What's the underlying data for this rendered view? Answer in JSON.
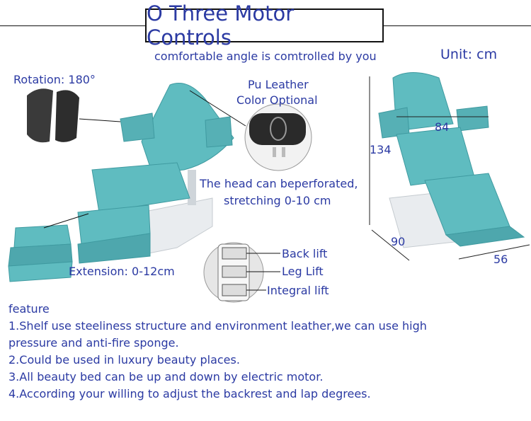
{
  "header": {
    "title": "O Three Motor Controls",
    "subtitle": "comfortable angle is comtrolled by you",
    "unit": "Unit: cm"
  },
  "callouts": {
    "rotation": "Rotation: 180°",
    "leather_line1": "Pu Leather",
    "leather_line2": "Color Optional",
    "head_line1": "The head can beperforated,",
    "head_line2": "stretching 0-10 cm",
    "extension": "Extension: 0-12cm"
  },
  "remote": {
    "back_lift": "Back lift",
    "leg_lift": "Leg Lift",
    "integral_lift": "Integral lift"
  },
  "dimensions": {
    "height": "134",
    "width": "84",
    "depth": "90",
    "base": "56"
  },
  "feature": {
    "heading": "feature",
    "items": [
      "1.Shelf use steeliness structure and environment leather,we can use high",
      "pressure and anti-fire sponge.",
      "2.Could be used in luxury beauty places.",
      "3.All beauty bed can be up and down by electric motor.",
      "4.According your willing to adjust the backrest and lap degrees."
    ]
  },
  "colors": {
    "text": "#2b3aa3",
    "chair": "#5fbcc0",
    "chair_dark": "#3f9aa0",
    "base": "#e9ecef"
  }
}
